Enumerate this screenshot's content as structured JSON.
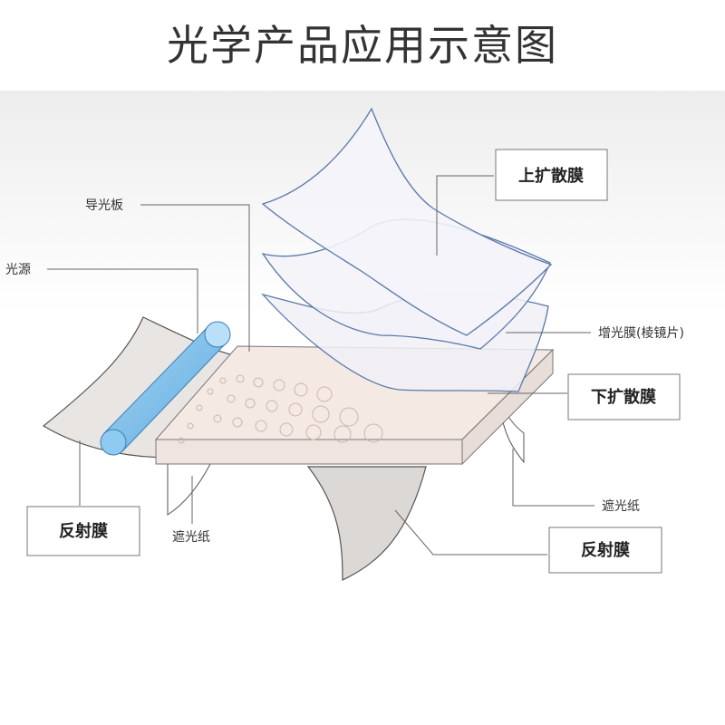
{
  "title": "光学产品应用示意图",
  "labels": {
    "light_guide": "导光板",
    "light_source": "光源",
    "upper_diffuser": "上扩散膜",
    "brightness_film": "增光膜(棱镜片)",
    "lower_diffuser": "下扩散膜",
    "reflector_left": "反射膜",
    "shading_paper_left": "遮光纸",
    "shading_paper_right": "遮光纸",
    "reflector_right": "反射膜"
  },
  "colors": {
    "title": "#333333",
    "film_stroke": "#5a78a8",
    "film_fill": "#eef0f6",
    "light_source": "#7bbde8",
    "board": "#f3e6e0",
    "reflector": "#e8e4e2"
  }
}
